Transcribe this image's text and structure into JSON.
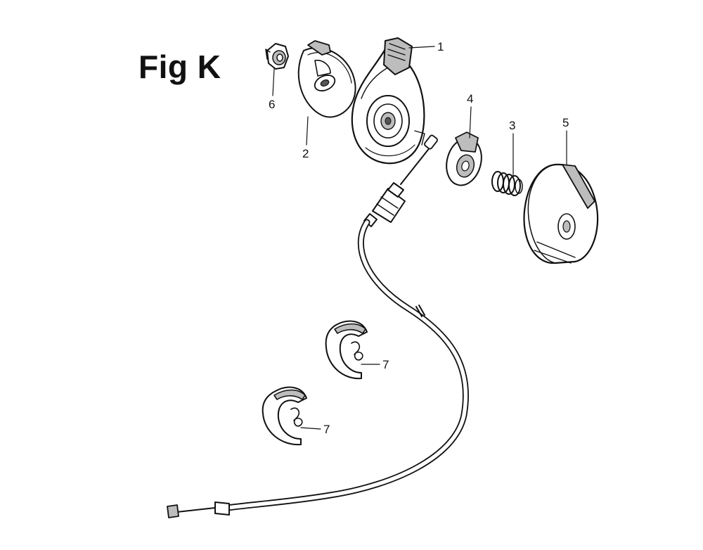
{
  "figure": {
    "title": "Fig K",
    "colors": {
      "ink": "#111111",
      "background": "#ffffff",
      "shading": "#bdbdbd"
    }
  },
  "callouts": {
    "c1": "1",
    "c2": "2",
    "c3": "3",
    "c4": "4",
    "c5": "5",
    "c6": "6",
    "c7a": "7",
    "c7b": "7"
  }
}
